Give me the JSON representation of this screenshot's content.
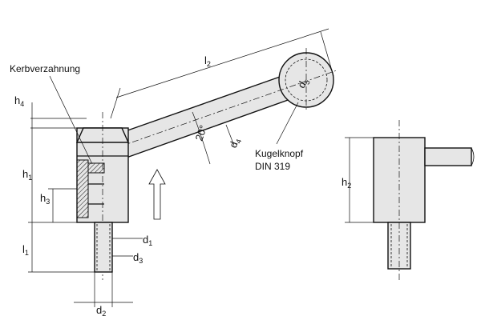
{
  "labels": {
    "kerbverzahnung": "Kerbverzahnung",
    "kugelknopf": "Kugelknopf",
    "din": "DIN 319",
    "angle": "20°"
  },
  "dims": {
    "l2": {
      "sym": "l",
      "sub": "2"
    },
    "d5": {
      "sym": "d",
      "sub": "5"
    },
    "d4": {
      "sym": "d",
      "sub": "4"
    },
    "h4": {
      "sym": "h",
      "sub": "4"
    },
    "h1": {
      "sym": "h",
      "sub": "1"
    },
    "h3": {
      "sym": "h",
      "sub": "3"
    },
    "l1": {
      "sym": "l",
      "sub": "1"
    },
    "d1": {
      "sym": "d",
      "sub": "1"
    },
    "d3": {
      "sym": "d",
      "sub": "3"
    },
    "d2": {
      "sym": "d",
      "sub": "2"
    },
    "h2": {
      "sym": "h",
      "sub": "2"
    }
  }
}
